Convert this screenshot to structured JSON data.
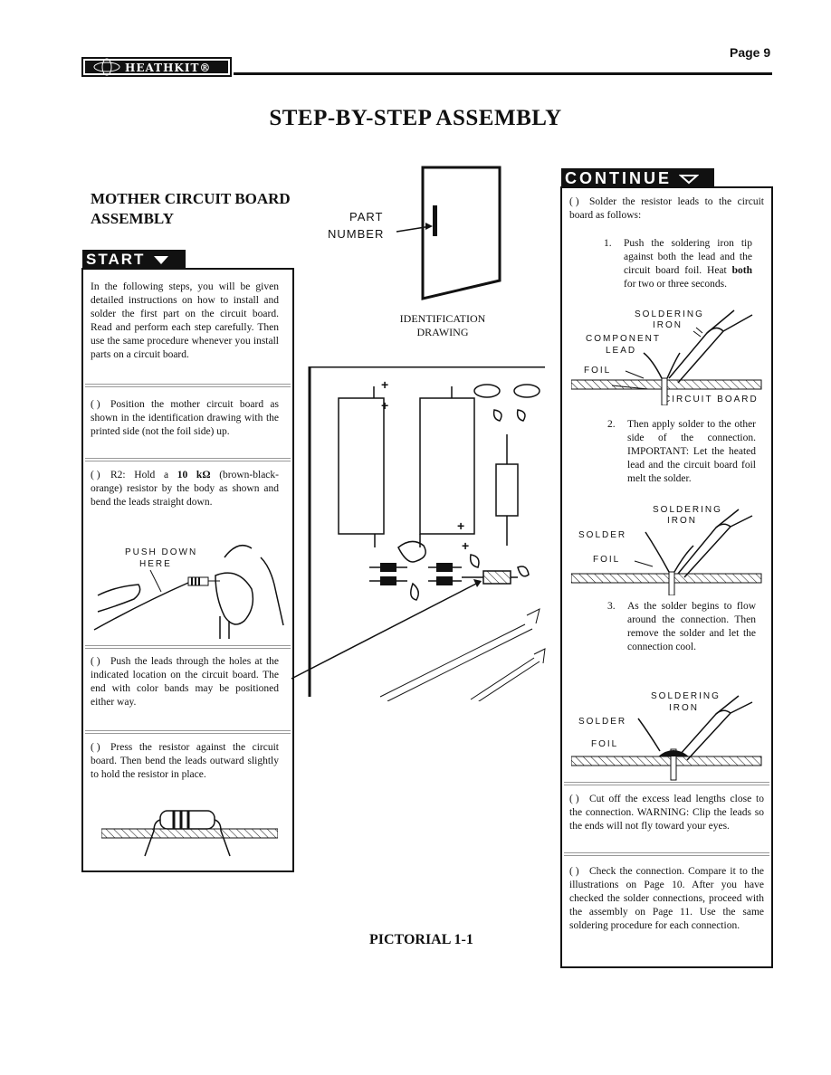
{
  "header": {
    "page_label": "Page 9",
    "logo_text": "HEATHKIT®"
  },
  "title": "STEP-BY-STEP ASSEMBLY",
  "section_title": {
    "line1": "MOTHER CIRCUIT BOARD",
    "line2": "ASSEMBLY"
  },
  "part_number_label": {
    "line1": "PART",
    "line2": "NUMBER"
  },
  "identification_caption": {
    "line1": "IDENTIFICATION",
    "line2": "DRAWING"
  },
  "start_banner": "START",
  "continue_banner": "CONTINUE",
  "left_steps": {
    "intro": "In the following steps, you will be given detailed instructions on how to install and solder the first part on the circuit board. Read and perform each step carefully. Then use the same procedure whenever you install parts on a circuit board.",
    "step1": "Position the mother circuit board as shown in the identification drawing with the printed side (not the foil side) up.",
    "step2_a": "R2: Hold a ",
    "step2_b": "10 kΩ",
    "step2_c": " (brown-black-orange) resistor by the body as shown and bend the leads straight down.",
    "push_label1": "PUSH DOWN",
    "push_label2": "HERE",
    "step3": "Push the leads through the holes at the indicated location on the circuit board. The end with color bands may be positioned either way.",
    "step4": "Press the resistor against the circuit board. Then bend the leads outward slightly to hold the resistor in place."
  },
  "checkbox": "(  )",
  "right_steps": {
    "solder_intro": "Solder the resistor leads to the circuit board as follows:",
    "s1_num": "1.",
    "s1_a": "Push the soldering iron tip against both the lead and the circuit board foil. Heat ",
    "s1_b": "both",
    "s1_c": " for two or three seconds.",
    "s2_num": "2.",
    "s2": "Then apply solder to the other side of the connection. IMPORTANT: Let the heated lead and the circuit board foil melt the solder.",
    "s3_num": "3.",
    "s3": "As the solder begins to flow around the connection. Then remove the solder and let the connection cool.",
    "cut": "Cut off the excess lead lengths close to the connection. WARNING: Clip the leads so the ends will not fly toward your eyes.",
    "check": "Check the connection. Compare it to the illustrations on Page 10. After you have checked the solder connections, proceed with the assembly on Page 11. Use the same soldering procedure for each connection."
  },
  "diagram_labels": {
    "soldering_iron": "SOLDERING",
    "iron": "IRON",
    "component": "COMPONENT",
    "lead": "LEAD",
    "foil": "FOIL",
    "circuit_board": "CIRCUIT BOARD",
    "solder": "SOLDER"
  },
  "pcb_marks": {
    "plus": "+"
  },
  "pictorial": "PICTORIAL 1-1"
}
